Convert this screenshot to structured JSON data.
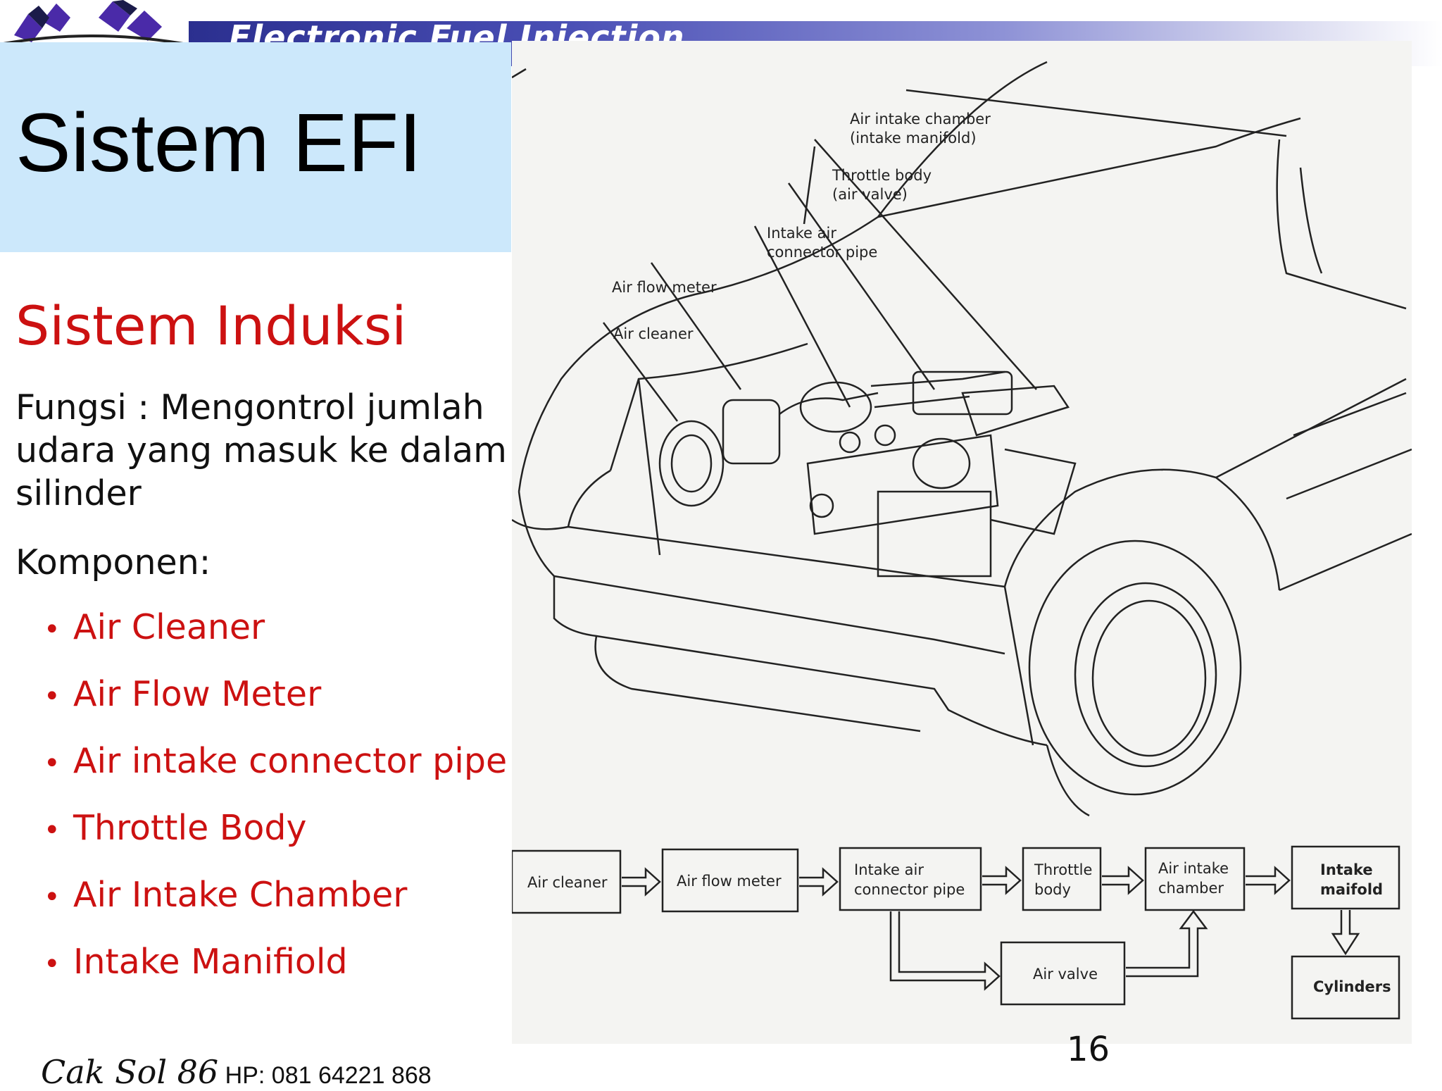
{
  "header": {
    "text": "Electronic Fuel Injection"
  },
  "title": "Sistem EFI",
  "subtitle": "Sistem Induksi",
  "fungsi": "Fungsi : Mengontrol jumlah udara yang masuk ke dalam silinder",
  "komponen_label": "Komponen:",
  "components": [
    "Air Cleaner",
    "Air Flow Meter",
    "Air intake connector pipe",
    "Throttle Body",
    "Air Intake Chamber",
    "Intake Manifiold"
  ],
  "diagram": {
    "labels": {
      "air_intake_chamber_1": "Air intake chamber",
      "air_intake_chamber_2": "(intake manifold)",
      "throttle_body_1": "Throttle body",
      "throttle_body_2": "(air valve)",
      "intake_air_1": "Intake air",
      "intake_air_2": "connector pipe",
      "air_flow_meter": "Air flow meter",
      "air_cleaner": "Air cleaner"
    },
    "flow": {
      "air_cleaner": "Air cleaner",
      "air_flow_meter": "Air flow meter",
      "connector_1": "Intake air",
      "connector_2": "connector pipe",
      "throttle_1": "Throttle",
      "throttle_2": "body",
      "chamber_1": "Air intake",
      "chamber_2": "chamber",
      "manifold_1": "Intake",
      "manifold_2": "maifold",
      "air_valve": "Air valve",
      "cylinders": "Cylinders"
    }
  },
  "page_number": "16",
  "footer": {
    "author": "Cak Sol 86",
    "contact": "HP: 081 64221 868"
  },
  "colors": {
    "accent_red": "#cc1111",
    "title_bg": "#cce8fb",
    "header_blue": "#2b2f8f"
  }
}
